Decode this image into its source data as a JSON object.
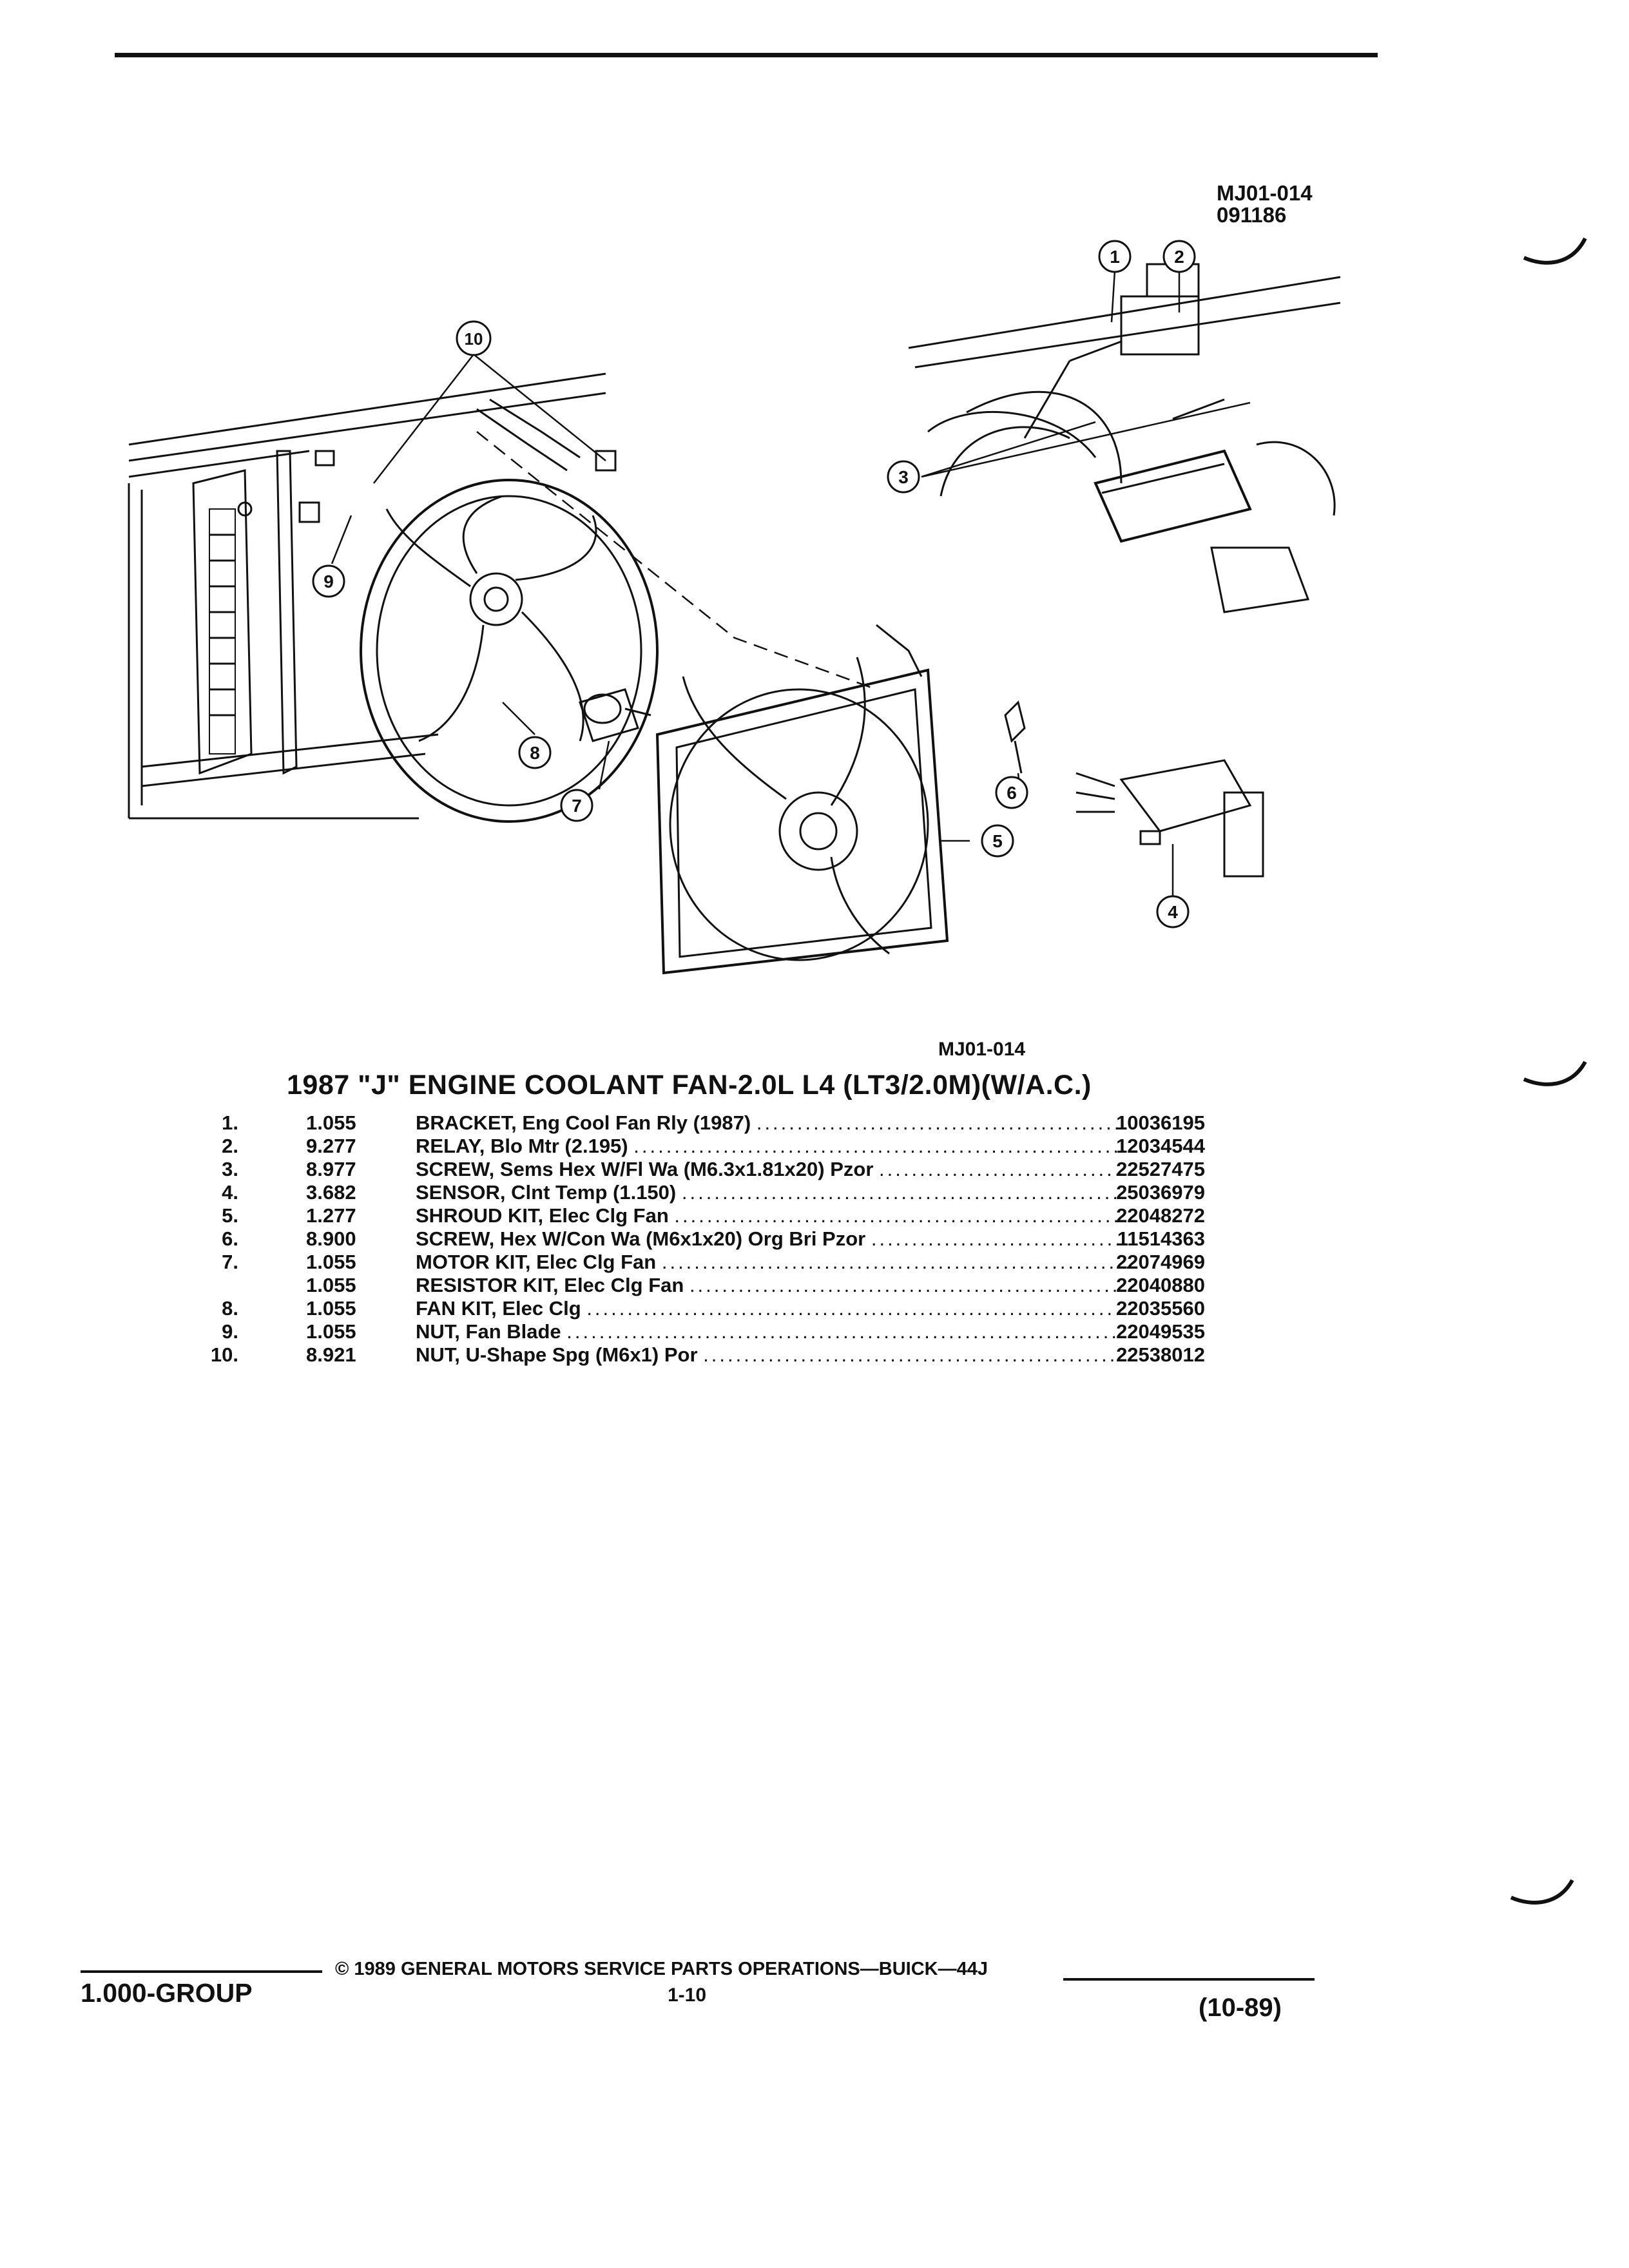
{
  "header": {
    "ref_code": "MJ01-014",
    "ref_date": "091186"
  },
  "illustration": {
    "callouts": [
      "1",
      "2",
      "3",
      "4",
      "5",
      "6",
      "7",
      "8",
      "9",
      "10"
    ],
    "caption": "MJ01-014"
  },
  "parts": {
    "title": "1987 \"J\" ENGINE COOLANT FAN-2.0L L4 (LT3/2.0M)(W/A.C.)",
    "rows": [
      {
        "num": "1.",
        "ref": "1.055",
        "name": "BRACKET,",
        "desc": "Eng Cool Fan Rly (1987)",
        "part": "10036195"
      },
      {
        "num": "2.",
        "ref": "9.277",
        "name": "RELAY,",
        "desc": "Blo Mtr (2.195)",
        "part": "12034544"
      },
      {
        "num": "3.",
        "ref": "8.977",
        "name": "SCREW,",
        "desc": "Sems Hex W/Fl Wa (M6.3x1.81x20) Pzor",
        "part": "22527475"
      },
      {
        "num": "4.",
        "ref": "3.682",
        "name": "SENSOR,",
        "desc": "Clnt Temp (1.150)",
        "part": "25036979"
      },
      {
        "num": "5.",
        "ref": "1.277",
        "name": "SHROUD KIT,",
        "desc": "Elec Clg Fan",
        "part": "22048272"
      },
      {
        "num": "6.",
        "ref": "8.900",
        "name": "SCREW,",
        "desc": "Hex W/Con Wa (M6x1x20) Org Bri Pzor",
        "part": "11514363"
      },
      {
        "num": "7.",
        "ref": "1.055",
        "name": "MOTOR KIT,",
        "desc": "Elec Clg Fan",
        "part": "22074969"
      },
      {
        "num": "",
        "ref": "1.055",
        "name": "RESISTOR KIT,",
        "desc": "Elec Clg Fan",
        "part": "22040880"
      },
      {
        "num": "8.",
        "ref": "1.055",
        "name": "FAN KIT,",
        "desc": "Elec Clg",
        "part": "22035560"
      },
      {
        "num": "9.",
        "ref": "1.055",
        "name": "NUT,",
        "desc": "Fan Blade",
        "part": "22049535"
      },
      {
        "num": "10.",
        "ref": "8.921",
        "name": "NUT,",
        "desc": "U-Shape Spg (M6x1) Por",
        "part": "22538012"
      }
    ]
  },
  "footer": {
    "group": "1.000-GROUP",
    "copyright": "© 1989 GENERAL MOTORS SERVICE PARTS OPERATIONS—BUICK—44J",
    "page": "1-10",
    "date": "(10-89)"
  }
}
